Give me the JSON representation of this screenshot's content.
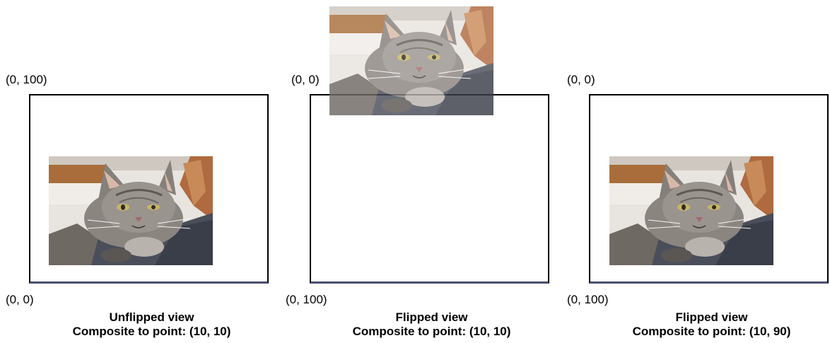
{
  "panels": [
    {
      "top_coord": "(0, 100)",
      "bottom_coord": "(0, 0)",
      "caption_line1": "Unflipped view",
      "caption_line2": "Composite to point: (10, 10)"
    },
    {
      "top_coord": "(0, 0)",
      "bottom_coord": "(0, 100)",
      "caption_line1": "Flipped view",
      "caption_line2": "Composite to point: (10, 10)"
    },
    {
      "top_coord": "(0, 0)",
      "bottom_coord": "(0, 100)",
      "caption_line1": "Flipped view",
      "caption_line2": "Composite to point: (10, 90)"
    }
  ],
  "colors": {
    "frame_border": "#000000",
    "frame_bottom_shadow": "#4a4f6e"
  }
}
